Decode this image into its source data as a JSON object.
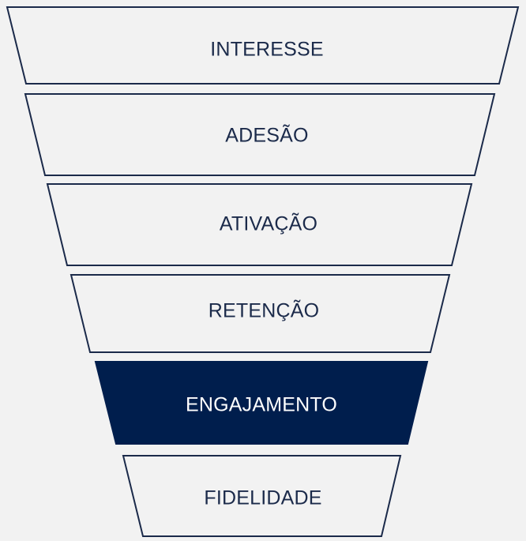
{
  "colors": {
    "background": "#f2f2f2",
    "stage_fill": "#f2f2f2",
    "stage_stroke": "#1b2a4a",
    "stage_text": "#1b2a4a",
    "highlight_fill": "#001e4d",
    "highlight_text": "#ffffff"
  },
  "funnel": {
    "stages": [
      {
        "label": "INTERESSE",
        "highlighted": false
      },
      {
        "label": "ADESÃO",
        "highlighted": false
      },
      {
        "label": "ATIVAÇÃO",
        "highlighted": false
      },
      {
        "label": "RETENÇÃO",
        "highlighted": false
      },
      {
        "label": "ENGAJAMENTO",
        "highlighted": true
      },
      {
        "label": "FIDELIDADE",
        "highlighted": false
      }
    ]
  }
}
